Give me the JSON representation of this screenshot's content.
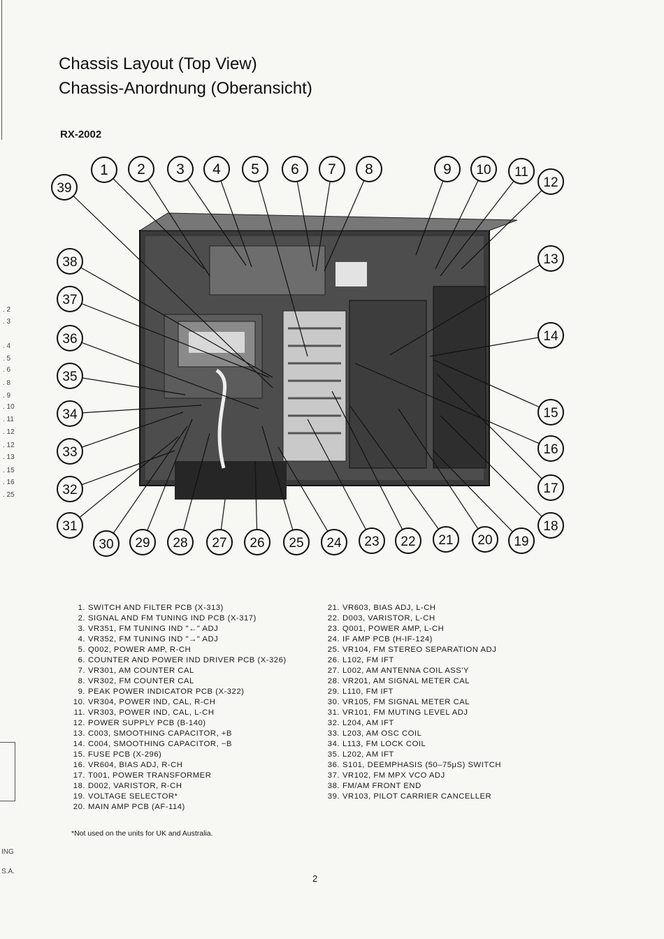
{
  "titles": {
    "en": "Chassis Layout (Top View)",
    "de": "Chassis-Anordnung (Oberansicht)"
  },
  "model": "RX-2002",
  "callouts": [
    "1",
    "2",
    "3",
    "4",
    "5",
    "6",
    "7",
    "8",
    "9",
    "10",
    "11",
    "12",
    "13",
    "14",
    "15",
    "16",
    "17",
    "18",
    "19",
    "20",
    "21",
    "22",
    "23",
    "24",
    "25",
    "26",
    "27",
    "28",
    "29",
    "30",
    "31",
    "32",
    "33",
    "34",
    "35",
    "36",
    "37",
    "38",
    "39"
  ],
  "legend_left": [
    {
      "num": "1.",
      "text": "SWITCH AND FILTER PCB (X-313)"
    },
    {
      "num": "2.",
      "text": "SIGNAL AND FM TUNING IND PCB (X-317)"
    },
    {
      "num": "3.",
      "text": "VR351, FM TUNING IND \"←\" ADJ"
    },
    {
      "num": "4.",
      "text": "VR352, FM TUNING IND \"→\" ADJ"
    },
    {
      "num": "5.",
      "text": "Q002, POWER AMP, R-CH"
    },
    {
      "num": "6.",
      "text": "COUNTER AND POWER IND DRIVER PCB (X-326)"
    },
    {
      "num": "7.",
      "text": "VR301, AM COUNTER CAL"
    },
    {
      "num": "8.",
      "text": "VR302, FM COUNTER CAL"
    },
    {
      "num": "9.",
      "text": "PEAK POWER INDICATOR PCB (X-322)"
    },
    {
      "num": "10.",
      "text": "VR304, POWER IND, CAL, R-CH"
    },
    {
      "num": "11.",
      "text": "VR303, POWER IND, CAL, L-CH"
    },
    {
      "num": "12.",
      "text": "POWER SUPPLY PCB (B-140)"
    },
    {
      "num": "13.",
      "text": "C003, SMOOTHING CAPACITOR, +B"
    },
    {
      "num": "14.",
      "text": "C004, SMOOTHING CAPACITOR, −B"
    },
    {
      "num": "15.",
      "text": "FUSE PCB (X-296)"
    },
    {
      "num": "16.",
      "text": "VR604, BIAS ADJ, R-CH"
    },
    {
      "num": "17.",
      "text": "T001, POWER TRANSFORMER"
    },
    {
      "num": "18.",
      "text": "D002, VARISTOR, R-CH"
    },
    {
      "num": "19.",
      "text": "VOLTAGE SELECTOR*"
    },
    {
      "num": "20.",
      "text": "MAIN AMP PCB (AF-114)"
    }
  ],
  "legend_right": [
    {
      "num": "21.",
      "text": "VR603, BIAS ADJ, L-CH"
    },
    {
      "num": "22.",
      "text": "D003, VARISTOR, L-CH"
    },
    {
      "num": "23.",
      "text": "Q001, POWER AMP, L-CH"
    },
    {
      "num": "24.",
      "text": "IF AMP PCB (H-IF-124)"
    },
    {
      "num": "25.",
      "text": "VR104, FM STEREO SEPARATION ADJ"
    },
    {
      "num": "26.",
      "text": "L102, FM IFT"
    },
    {
      "num": "27.",
      "text": "L002, AM ANTENNA COIL ASS'Y"
    },
    {
      "num": "28.",
      "text": "VR201, AM SIGNAL METER CAL"
    },
    {
      "num": "29.",
      "text": "L110, FM IFT"
    },
    {
      "num": "30.",
      "text": "VR105, FM SIGNAL METER CAL"
    },
    {
      "num": "31.",
      "text": "VR101, FM MUTING LEVEL ADJ"
    },
    {
      "num": "32.",
      "text": "L204, AM IFT"
    },
    {
      "num": "33.",
      "text": "L203, AM OSC COIL"
    },
    {
      "num": "34.",
      "text": "L113, FM LOCK COIL"
    },
    {
      "num": "35.",
      "text": "L202, AM IFT"
    },
    {
      "num": "36.",
      "text": "S101, DEEMPHASIS (50–75μS) SWITCH"
    },
    {
      "num": "37.",
      "text": "VR102, FM MPX VCO ADJ"
    },
    {
      "num": "38.",
      "text": "FM/AM FRONT END"
    },
    {
      "num": "39.",
      "text": "VR103, PILOT CARRIER CANCELLER"
    }
  ],
  "footnote": "*Not used on the units for UK and Australia.",
  "page_number": "2",
  "margin_marks": [
    ". 2",
    ". 3",
    ". 4",
    ". 5",
    ". 6",
    ". 8",
    ". 9",
    ". 10",
    ". 11",
    ". 12",
    ". 12",
    ". 13",
    ". 15",
    ". 16",
    ". 25"
  ],
  "edge_text": [
    "ING",
    "S.A."
  ]
}
